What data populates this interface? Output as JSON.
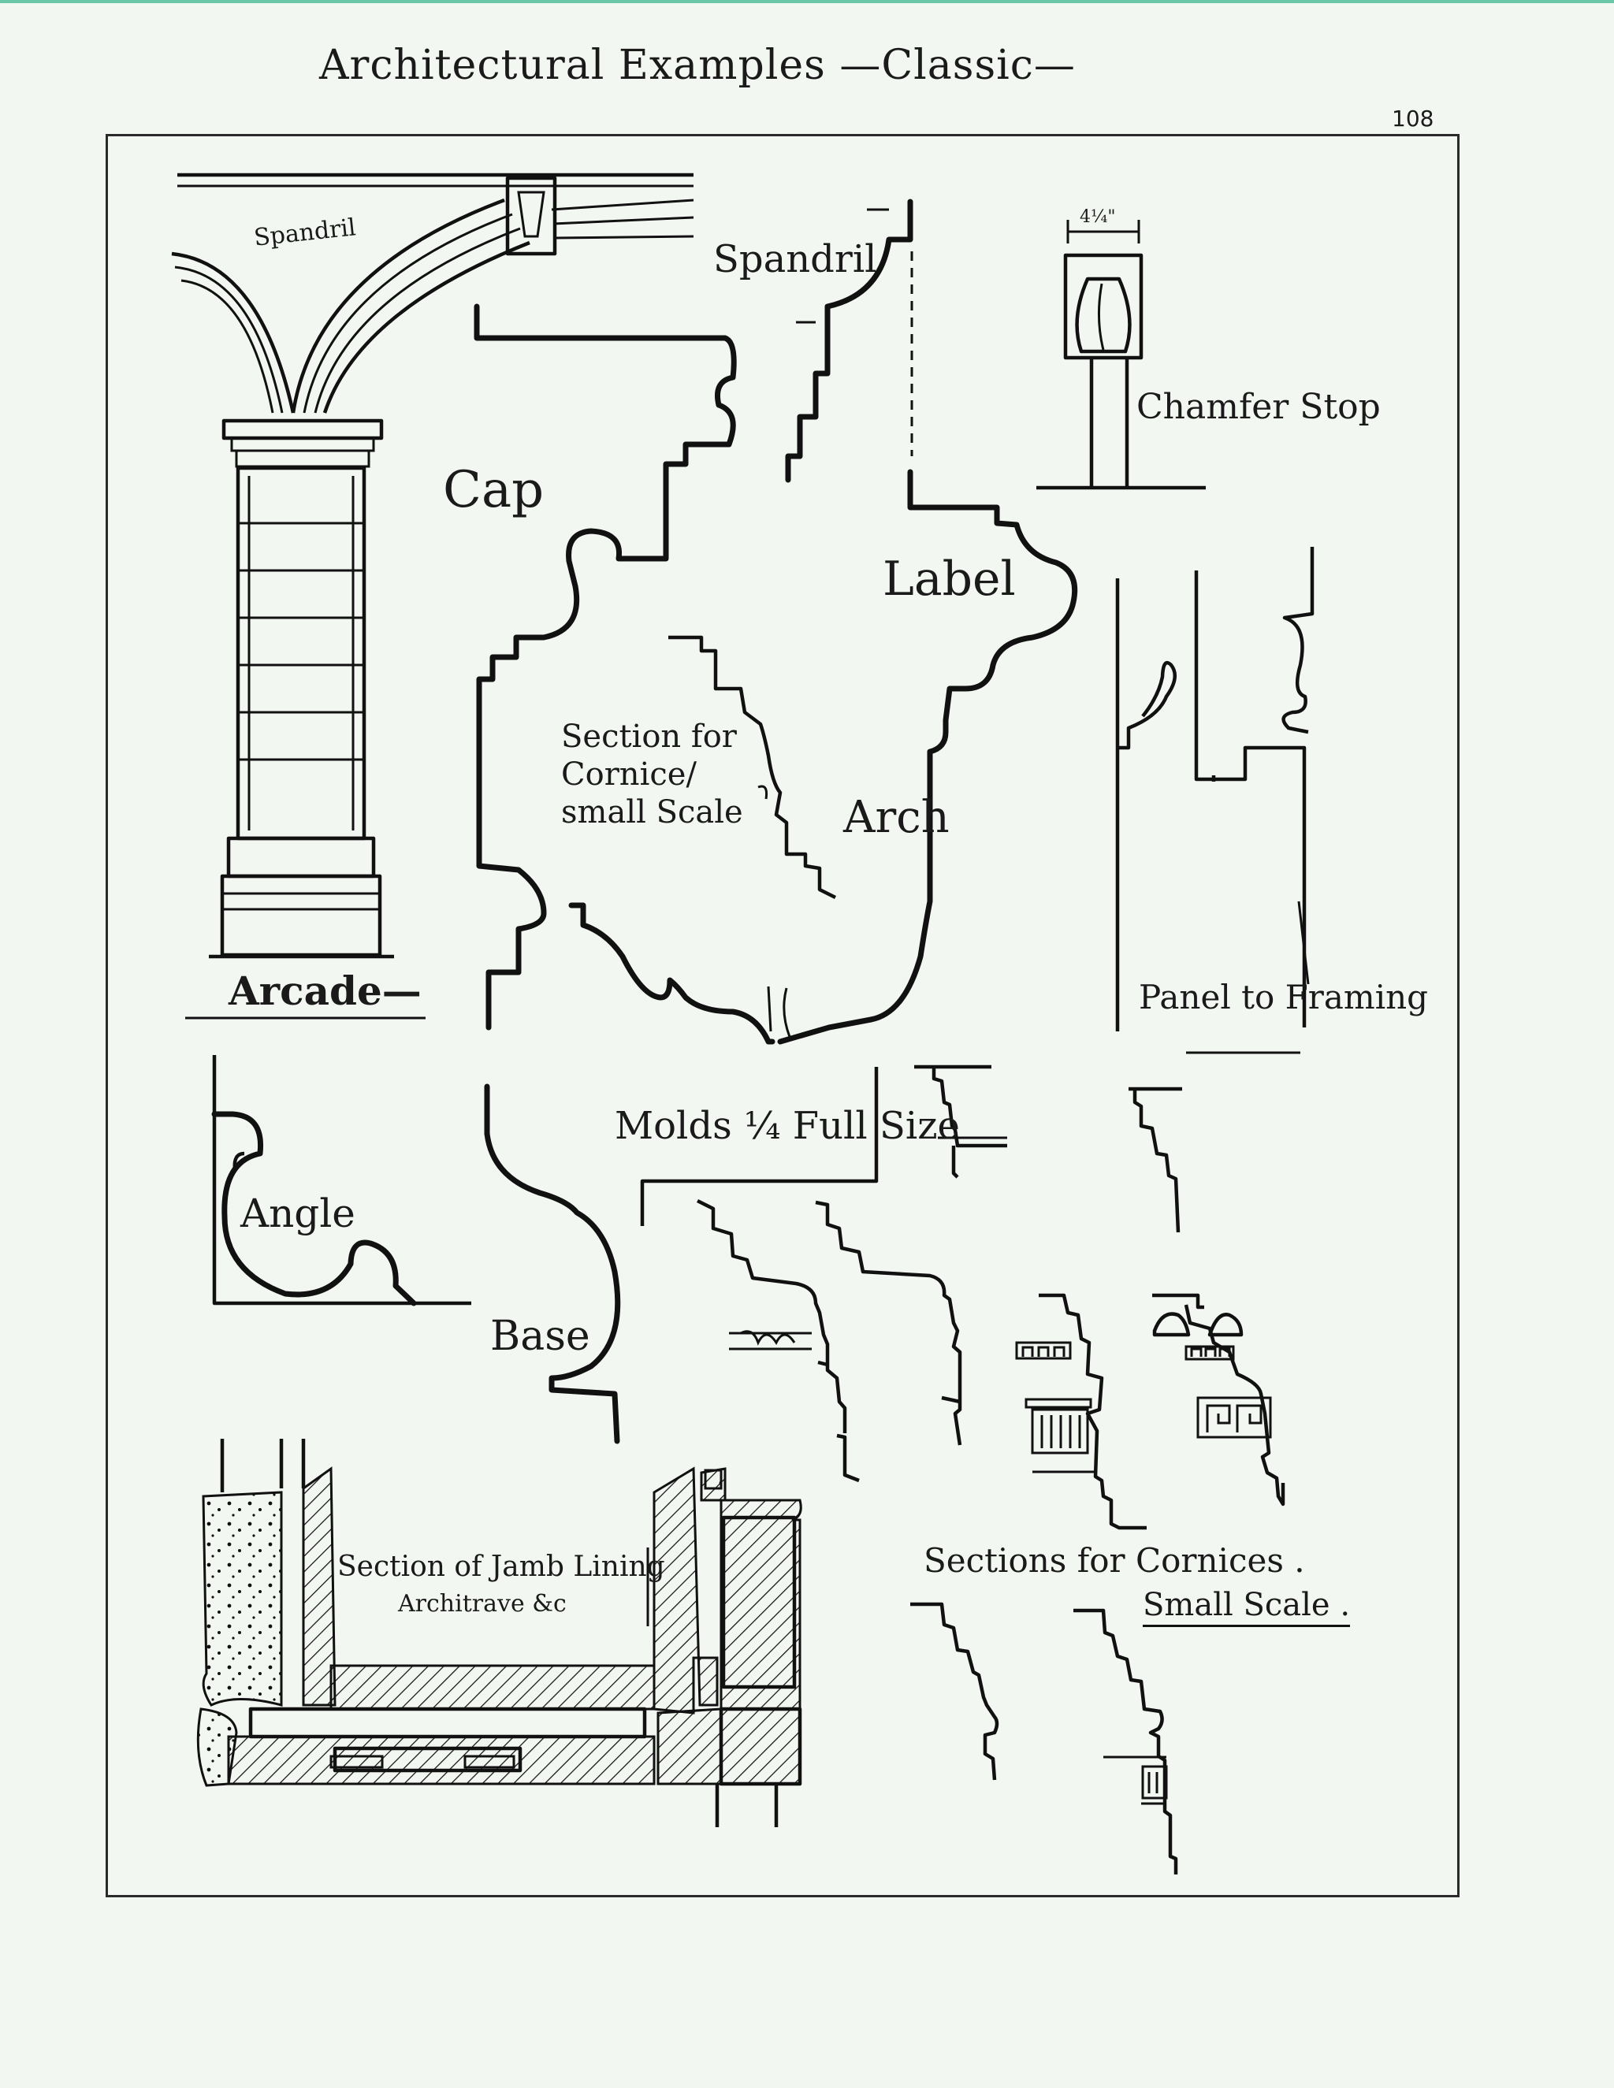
{
  "header": {
    "title": "Architectural Examples —Classic—",
    "plate_number": "108"
  },
  "labels": {
    "spandril_arch": "Spandril",
    "spandril": "Spandril",
    "chamfer_width": "4¼\"",
    "chamfer_stop": "Chamfer Stop",
    "cap": "Cap",
    "label": "Label",
    "section_cornice_1": "Section for",
    "section_cornice_2": "Cornice/",
    "section_cornice_3": "small Scale",
    "arch": "Arch",
    "arcade": "Arcade—",
    "panel_to_framing": "Panel to Framing",
    "molds": "Molds ¼ Full Size",
    "angle": "Angle",
    "base": "Base",
    "jamb_1": "Section of Jamb Lining",
    "jamb_2": "Architrave &c",
    "sections_cornices_1": "Sections for Cornices .",
    "sections_cornices_2": "Small Scale ."
  },
  "colors": {
    "paper": "#f3f7f1",
    "ink": "#111111",
    "edge": "#6cc7a9"
  }
}
